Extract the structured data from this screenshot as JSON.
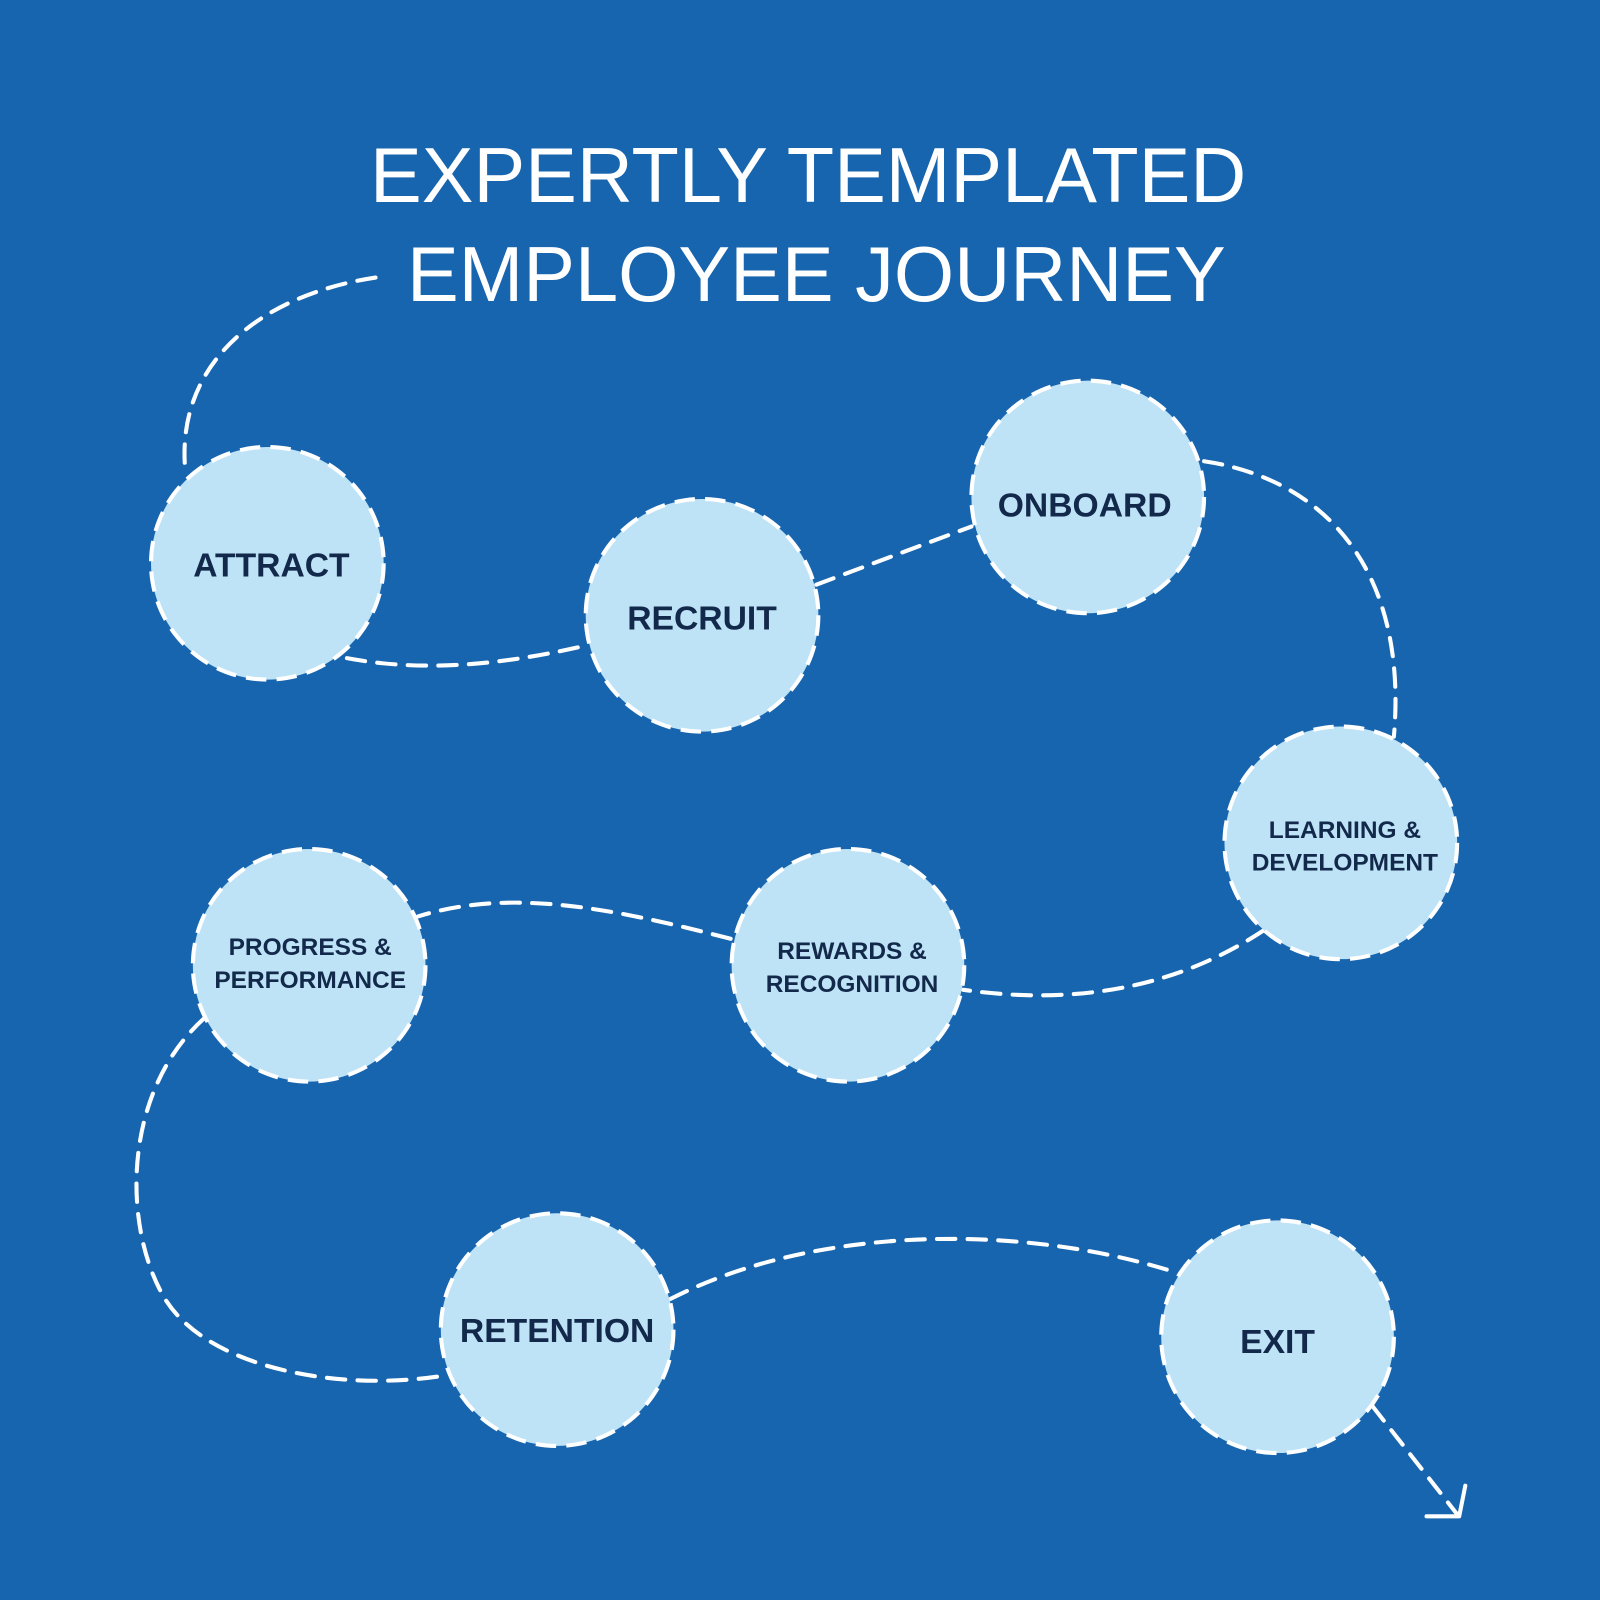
{
  "title": {
    "line1": "EXPERTLY TEMPLATED",
    "line2": "EMPLOYEE JOURNEY"
  },
  "stages": [
    {
      "line1": "ATTRACT"
    },
    {
      "line1": "RECRUIT"
    },
    {
      "line1": "ONBOARD"
    },
    {
      "line1": "LEARNING &",
      "line2": "DEVELOPMENT"
    },
    {
      "line1": "REWARDS &",
      "line2": "RECOGNITION"
    },
    {
      "line1": "PROGRESS &",
      "line2": "PERFORMANCE"
    },
    {
      "line1": "RETENTION"
    },
    {
      "line1": "EXIT"
    }
  ],
  "colors": {
    "background": "#1764AF",
    "node_fill": "#BEE3F6",
    "node_text": "#13294B",
    "path": "#FFFFFF"
  }
}
